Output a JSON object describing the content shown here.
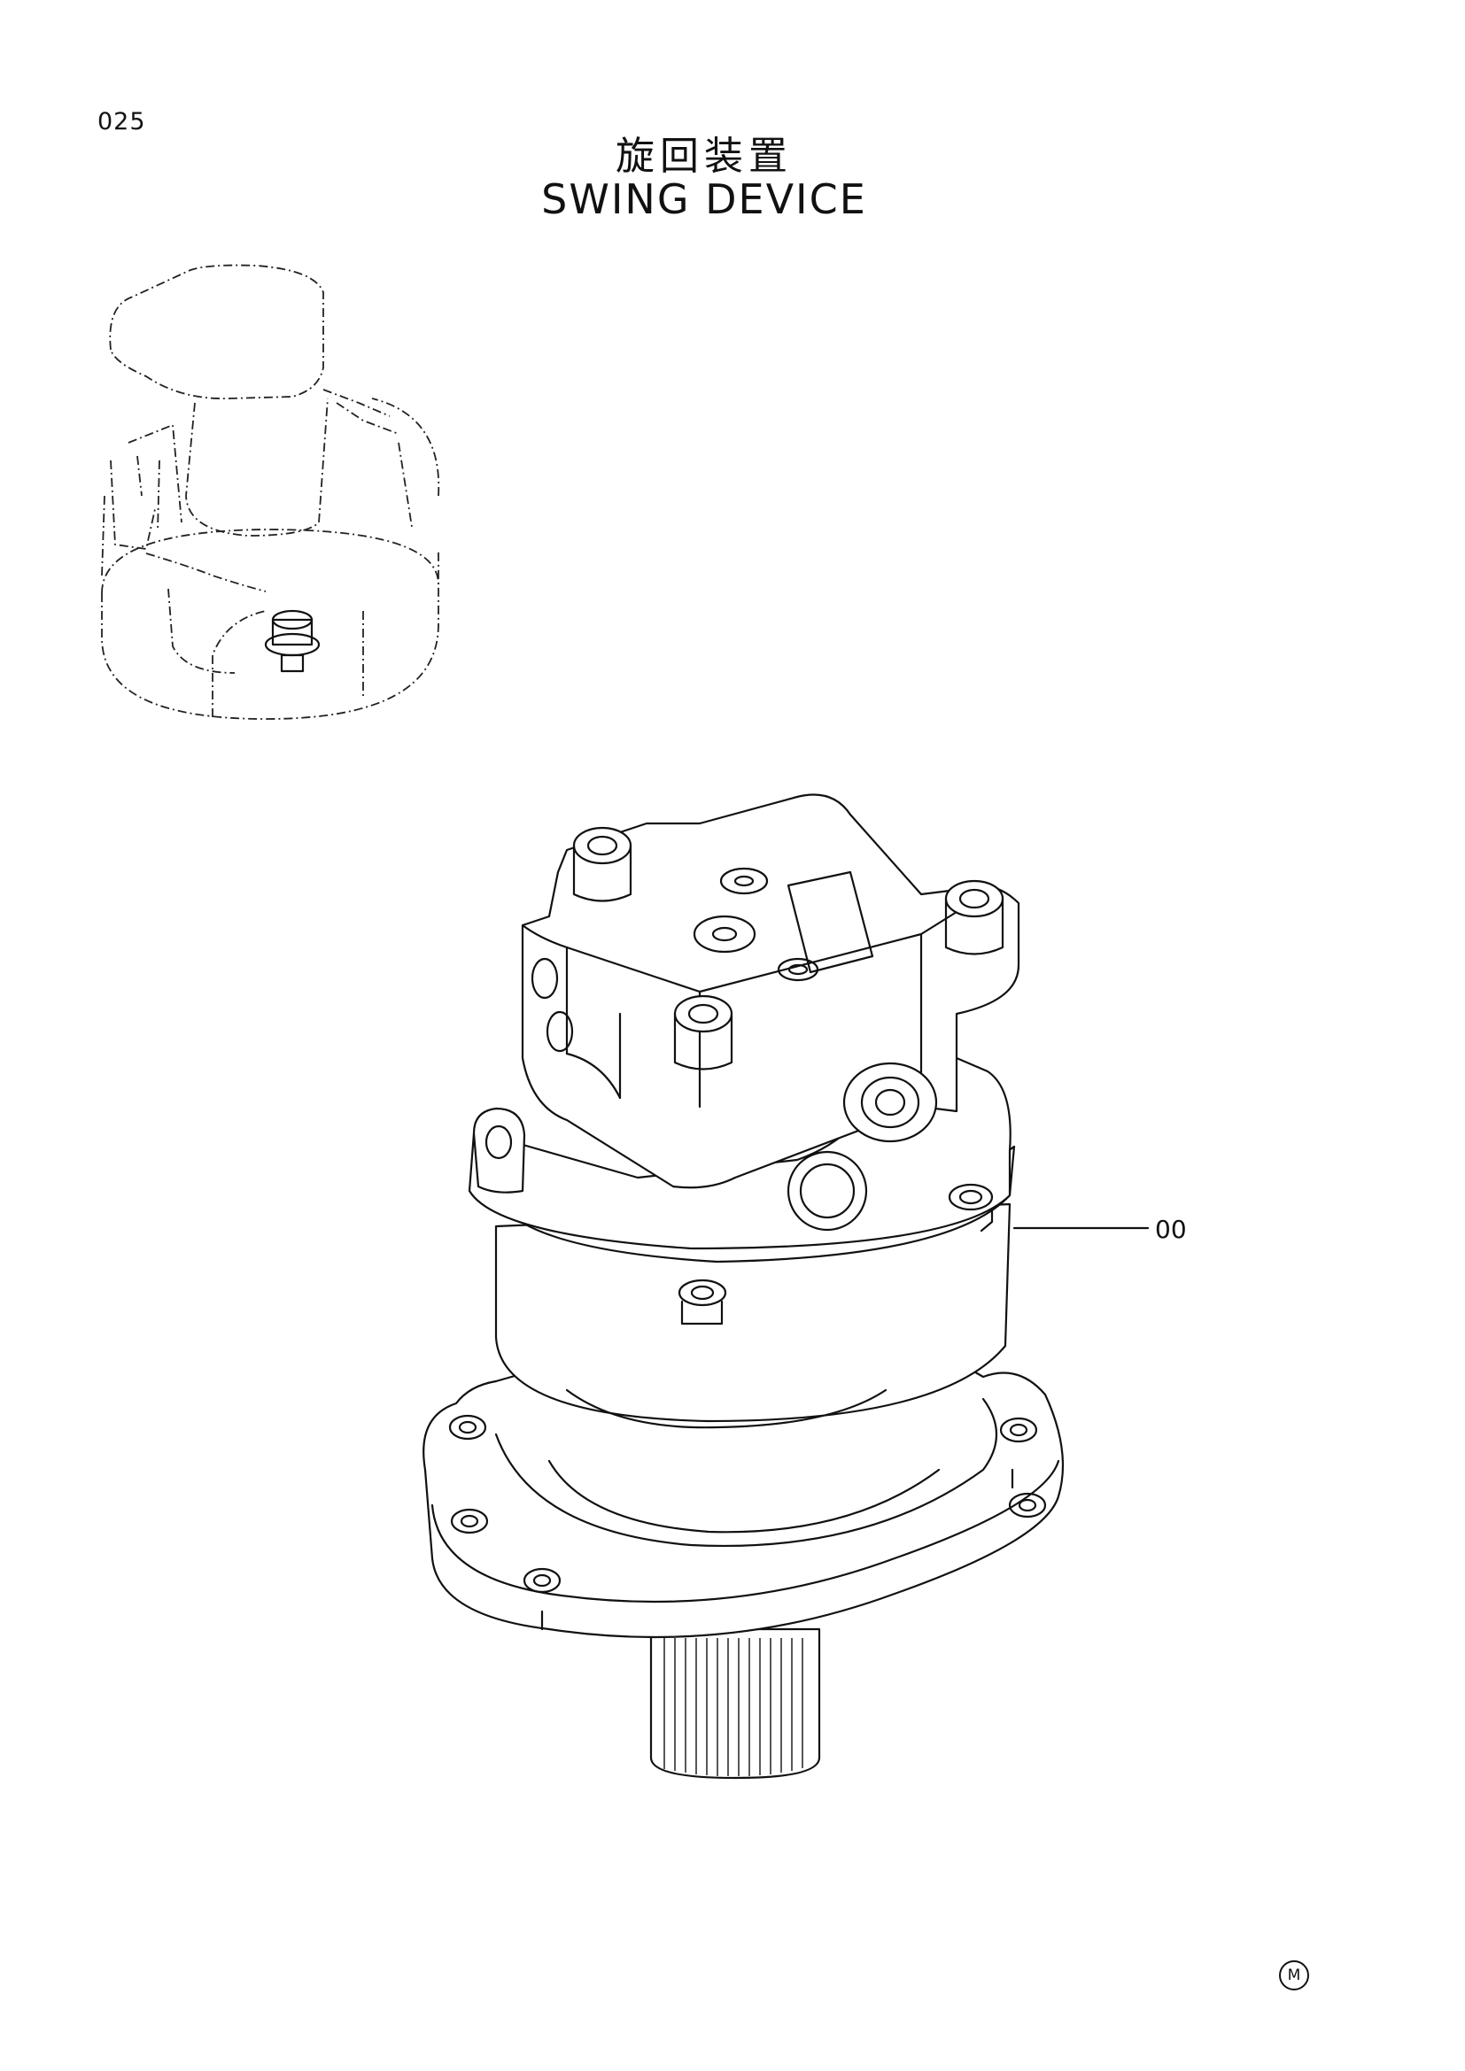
{
  "page": {
    "number": "025",
    "title_jp": "旋回装置",
    "title_en": "SWING DEVICE"
  },
  "callouts": [
    {
      "label": "00"
    }
  ],
  "footer": {
    "mark": "M"
  },
  "icons": [
    "excavator-location-icon",
    "swing-device-illustration"
  ]
}
